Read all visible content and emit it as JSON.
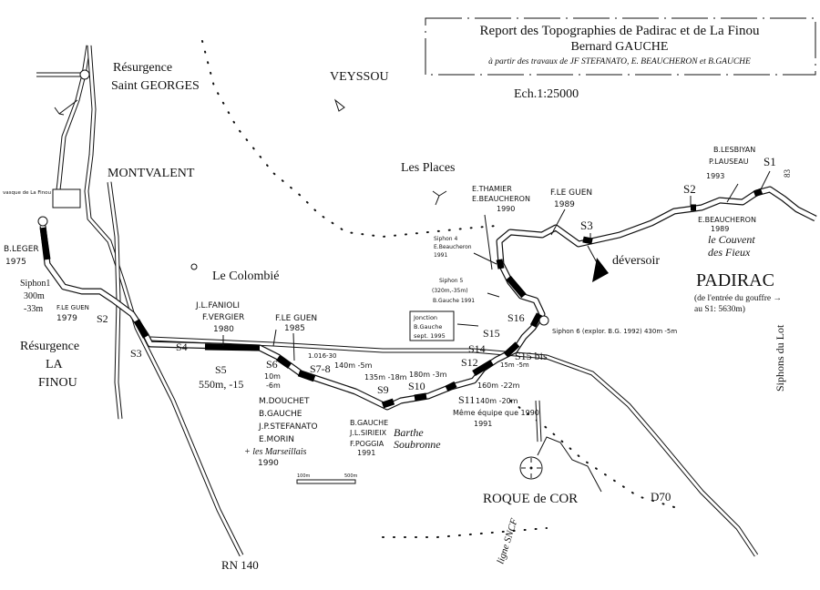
{
  "title_box": {
    "title": "Report des Topographies de Padirac et de La Finou",
    "author": "Bernard GAUCHE",
    "credits": "à partir des travaux de JF STEFANATO, E. BEAUCHERON et B.GAUCHE"
  },
  "scale": {
    "label": "Ech.1:25000",
    "bar_left": "100m",
    "bar_right": "500m"
  },
  "places": {
    "veyssou": "VEYSSOU",
    "resurgence_sg_1": "Résurgence",
    "resurgence_sg_2": "Saint GEORGES",
    "montvalent": "MONTVALENT",
    "les_places": "Les Places",
    "colombie": "Le Colombié",
    "resurgence_finou_1": "Résurgence",
    "resurgence_finou_2": "LA",
    "resurgence_finou_3": "FINOU",
    "padirac": "PADIRAC",
    "padirac_note_1": "(de l'entrée du gouffre →",
    "padirac_note_2": "au S1: 5630m)",
    "deversoir": "déversoir",
    "couvent_1": "le Couvent",
    "couvent_2": "des Fieux",
    "roque": "ROQUE de COR",
    "rn140": "RN 140",
    "d70": "D70",
    "ligne_sncf": "ligne SNCF",
    "siphons_lot": "Siphons du Lot",
    "road_83": "83",
    "barthe_1": "Barthe",
    "barthe_2": "Soubronne",
    "vasque": "vasque de La Finou"
  },
  "annotations": {
    "bleger": "B.LEGER",
    "bleger_year": "1975",
    "siphon1": "Siphon1",
    "siphon1_len": "300m",
    "siphon1_depth": "-33m",
    "fleguen1": "F.LE GUEN",
    "fleguen1_year": "1979",
    "s2_left": "S2",
    "s3_left": "S3",
    "s4": "S4",
    "s5": "S5",
    "s5_stats": "550m, -15",
    "fanioli_1": "J.L.FANIOLI",
    "fanioli_2": "F.VERGIER",
    "fanioli_year": "1980",
    "fleguen2": "F.LE GUEN",
    "fleguen2_year": "1985",
    "s6": "S6",
    "s6_stats_1": "10m",
    "s6_stats_2": "-6m",
    "s78": "S7-8",
    "s78_stats": "140m -5m",
    "s78_top": "1.016-30",
    "team_1": "M.DOUCHET",
    "team_2": "B.GAUCHE",
    "team_3": "J.P.STEFANATO",
    "team_4": "E.MORIN",
    "team_5": "+ les Marseillais",
    "team_year": "1990",
    "s9": "S9",
    "s9_stats": "135m -18m",
    "s10": "S10",
    "s10_stats": "180m -3m",
    "team2_1": "B.GAUCHE",
    "team2_2": "J.L.SIRIEIX",
    "team2_3": "F.POGGIA",
    "team2_year": "1991",
    "s11": "S11",
    "s11_stats": "140m -20m",
    "s11_team": "Même équipe que 1990",
    "s11_year": "1991",
    "s12": "S12",
    "s12_stats": "160m -22m",
    "s14": "S14",
    "s14_stats": "15m -5m",
    "s15": "S15",
    "s15bis": "S15 bis",
    "s16": "S16",
    "jonction_1": "Jonction",
    "jonction_2": "B.Gauche",
    "jonction_3": "sept. 1995",
    "siphon6": "Siphon 6 (explor. B.G. 1992) 430m -5m",
    "siphon5_1": "Siphon 5",
    "siphon5_2": "(320m,-35m)",
    "siphon5_3": "B.Gauche 1991",
    "siphon4_1": "Siphon 4",
    "siphon4_2": "E.Beaucheron",
    "siphon4_3": "1991",
    "thamier_1": "E.THAMIER",
    "thamier_2": "E.BEAUCHERON",
    "thamier_year": "1990",
    "fleguen3": "F.LE GUEN",
    "fleguen3_year": "1989",
    "s3_right": "S3",
    "s2_right": "S2",
    "s1": "S1",
    "lesbiyan_1": "B.LESBIYAN",
    "lesbiyan_2": "P.LAUSEAU",
    "lesbiyan_year": "1993",
    "beaucheron": "E.BEAUCHERON",
    "beaucheron_year": "1989"
  }
}
